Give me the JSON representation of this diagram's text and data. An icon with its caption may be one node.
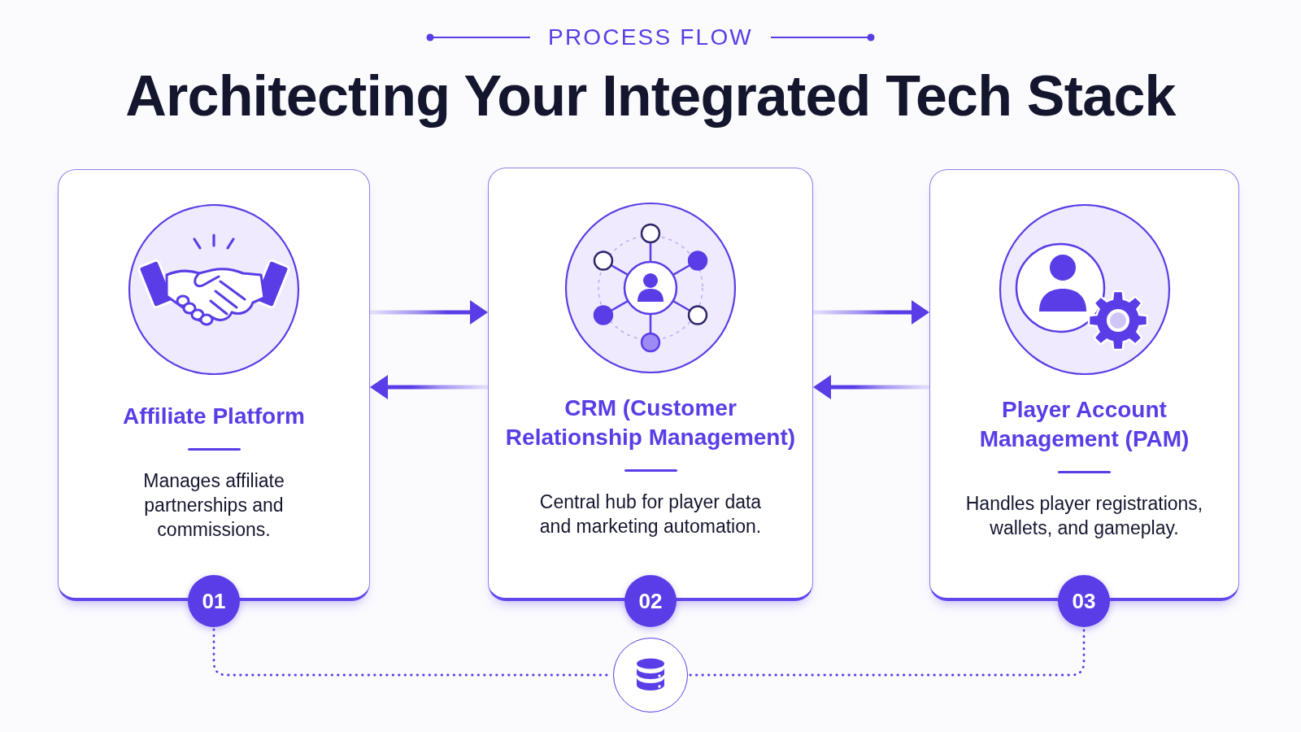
{
  "diagram": {
    "title": "Architecting Your Integrated Tech Stack",
    "nodes": [
      {
        "text": [
          "Affiliate Platform",
          "Manages affiliate partnerships and commissions."
        ]
      },
      {
        "text": [
          "CRM (Customer Relationship Management)",
          "Central hub for player data and marketing automation."
        ]
      },
      {
        "text": [
          "Player Account Management (PAM)",
          "Handles player registrations, wallets, and gameplay."
        ]
      },
      {
        "text": [
          "01"
        ]
      },
      {
        "text": [
          "02"
        ]
      },
      {
        "text": [
          "03"
        ]
      },
      {
        "text": [],
        "shape": "circle"
      }
    ],
    "edges": [
      {
        "from": 0,
        "to": 1,
        "arrow": "to"
      },
      {
        "from": 1,
        "to": 0,
        "arrow": "to"
      },
      {
        "from": 1,
        "to": 2,
        "arrow": "to"
      },
      {
        "from": 2,
        "to": 1,
        "arrow": "to"
      },
      {
        "from": 3,
        "to": 6,
        "arrow": "none",
        "style": "dashed"
      },
      {
        "from": 6,
        "to": 5,
        "arrow": "none",
        "style": "dashed"
      }
    ],
    "labels": [
      "PROCESS FLOW"
    ]
  }
}
